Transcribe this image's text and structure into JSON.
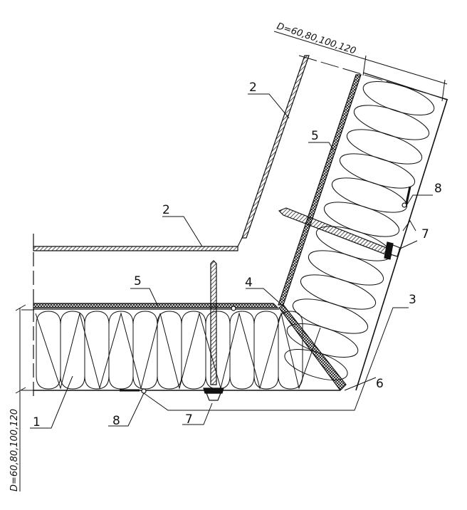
{
  "drawing": {
    "dimension_top": "D=60,80,100,120",
    "dimension_left": "D=60,80,100,120",
    "callouts": [
      {
        "id": "c1",
        "text": "1"
      },
      {
        "id": "c2a",
        "text": "2"
      },
      {
        "id": "c2b",
        "text": "2"
      },
      {
        "id": "c3",
        "text": "3"
      },
      {
        "id": "c4",
        "text": "4"
      },
      {
        "id": "c5a",
        "text": "5"
      },
      {
        "id": "c5b",
        "text": "5"
      },
      {
        "id": "c6",
        "text": "6"
      },
      {
        "id": "c7a",
        "text": "7"
      },
      {
        "id": "c7b",
        "text": "7"
      },
      {
        "id": "c8a",
        "text": "8"
      },
      {
        "id": "c8b",
        "text": "8"
      }
    ]
  },
  "colors": {
    "line": "#111111",
    "background": "#ffffff"
  }
}
